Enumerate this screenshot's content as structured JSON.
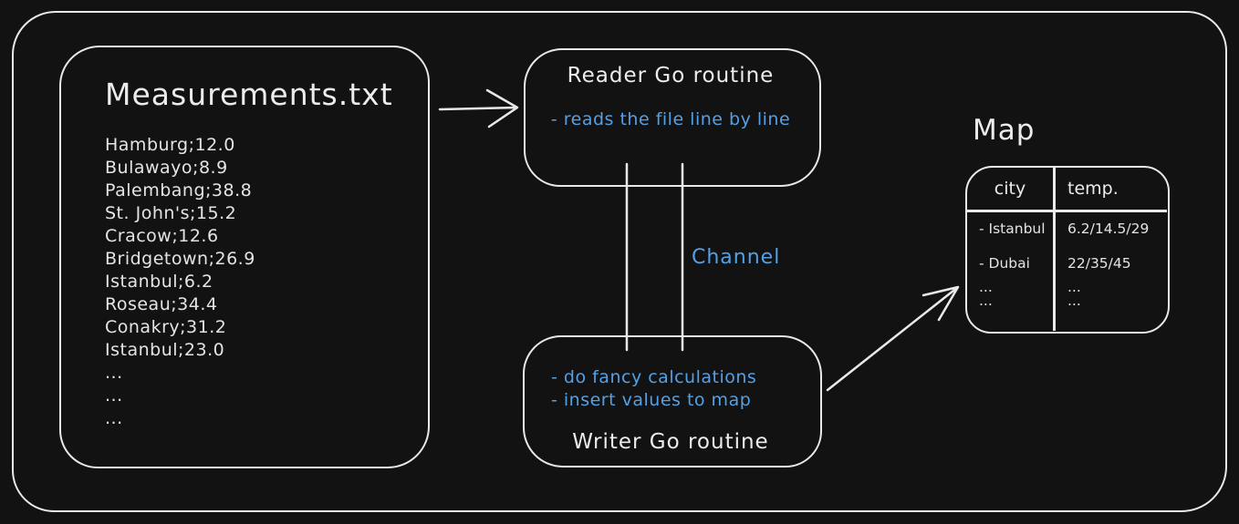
{
  "colors": {
    "background": "#121212",
    "stroke_white": "#e9e9e9",
    "text_white": "#e8e8e6",
    "accent_blue": "#54a0e6"
  },
  "file_box": {
    "title": "Measurements.txt",
    "lines": [
      "Hamburg;12.0",
      "Bulawayo;8.9",
      "Palembang;38.8",
      "St. John's;15.2",
      "Cracow;12.6",
      "Bridgetown;26.9",
      "Istanbul;6.2",
      "Roseau;34.4",
      "Conakry;31.2",
      "Istanbul;23.0",
      "...",
      "...",
      "..."
    ]
  },
  "reader_box": {
    "title": "Reader Go routine",
    "note": "- reads the file line by line"
  },
  "channel": {
    "label": "Channel"
  },
  "writer_box": {
    "title": "Writer Go routine",
    "notes": [
      "- do fancy calculations",
      "- insert values to map"
    ]
  },
  "map": {
    "title": "Map",
    "headers": [
      "city",
      "temp."
    ],
    "rows": [
      [
        "- Istanbul",
        "6.2/14.5/29"
      ],
      [
        "- Dubai",
        "22/35/45"
      ],
      [
        "...",
        "..."
      ],
      [
        "...",
        "..."
      ]
    ]
  }
}
